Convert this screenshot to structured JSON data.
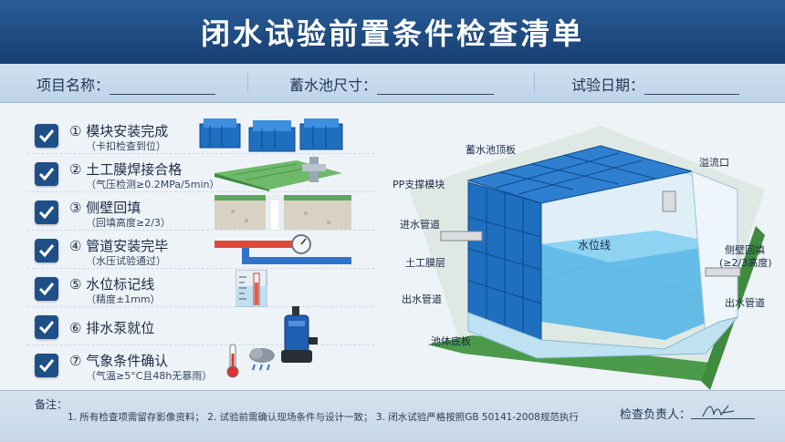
{
  "header": {
    "title": "闭水试验前置条件检查清单"
  },
  "info": {
    "project_label": "项目名称：",
    "pool_size_label": "蓄水池尺寸：",
    "date_label": "试验日期："
  },
  "checklist": [
    {
      "title": "① 模块安装完成",
      "sub": "（卡扣检查到位）",
      "checked": true
    },
    {
      "title": "② 土工膜焊接合格",
      "sub": "（气压检测≥0.2MPa/5min）",
      "checked": true
    },
    {
      "title": "③ 侧壁回填",
      "sub": "（回填高度≥2/3）",
      "checked": true
    },
    {
      "title": "④ 管道安装完毕",
      "sub": "（水压试验通过）",
      "checked": true
    },
    {
      "title": "⑤ 水位标记线",
      "sub": "（精度±1mm）",
      "checked": true
    },
    {
      "title": "⑥ 排水泵就位",
      "sub": "",
      "checked": true
    },
    {
      "title": "⑦ 气象条件确认",
      "sub": "（气温≥5°C且48h无暴雨）",
      "checked": true
    }
  ],
  "diagram": {
    "labels": {
      "roof": "蓄水池顶板",
      "overflow": "溢流口",
      "pp_module": "PP支撑模块",
      "inlet": "进水管道",
      "geomembrane": "土工膜层",
      "water_level": "水位线",
      "backfill": "侧壁回填",
      "backfill_ratio": "(≥2/3高度)",
      "outlet_left": "出水管道",
      "outlet_right": "出水管道",
      "bottom": "池体底板"
    }
  },
  "notes": {
    "title": "备注：",
    "text": "1. 所有检查项需留存影像资料；  2. 试验前需确认现场条件与设计一致；  3. 闭水试验严格按照GB 50141-2008规范执行",
    "inspector_label": "检查负责人："
  },
  "colors": {
    "header": "#1f4f87",
    "check": "#1f4f87",
    "water": "#4fb3e6",
    "module": "#1e6fc0"
  }
}
